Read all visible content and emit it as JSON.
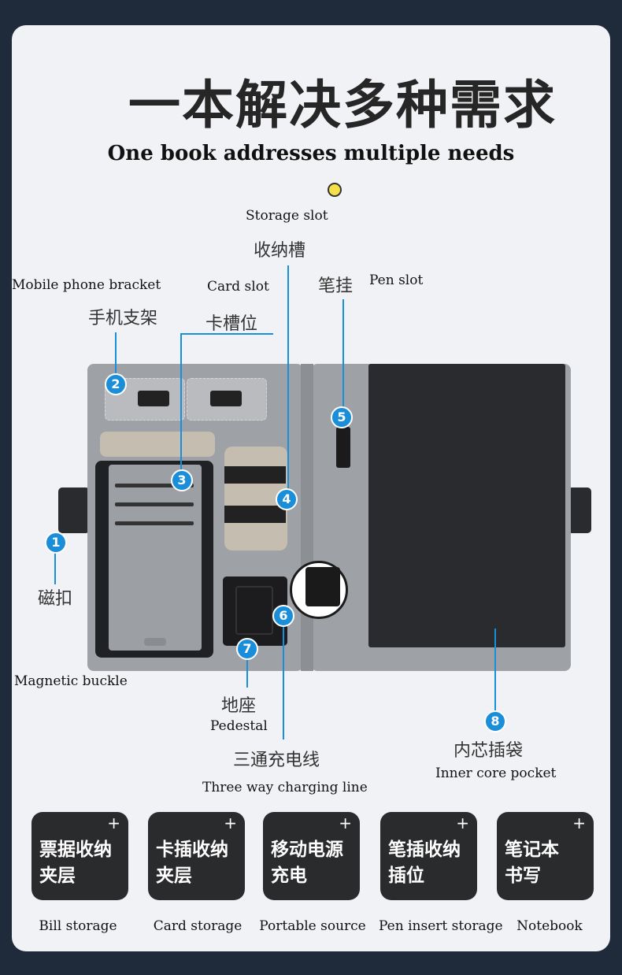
{
  "title_cn": "一本解决多种需求",
  "title_en": "One book addresses multiple needs",
  "labels": {
    "storage_en": "Storage slot",
    "storage_cn": "收纳槽",
    "phone_en": "Mobile phone bracket",
    "phone_cn": "手机支架",
    "card_en": "Card slot",
    "card_cn": "卡槽位",
    "pen_cn": "笔挂",
    "pen_en": "Pen slot",
    "buckle_cn": "磁扣",
    "buckle_en": "Magnetic buckle",
    "pedestal_cn": "地座",
    "pedestal_en": "Pedestal",
    "charging_cn": "三通充电线",
    "charging_en": "Three way charging line",
    "pocket_cn": "内芯插袋",
    "pocket_en": "Inner core pocket"
  },
  "badges": [
    "1",
    "2",
    "3",
    "4",
    "5",
    "6",
    "7",
    "8"
  ],
  "features": [
    {
      "cn": "票据收纳\n夹层",
      "en": "Bill storage",
      "plus": "+"
    },
    {
      "cn": "卡插收纳\n夹层",
      "en": "Card storage",
      "plus": "+"
    },
    {
      "cn": "移动电源\n充电",
      "en": "Portable source",
      "plus": "+"
    },
    {
      "cn": "笔插收纳\n插位",
      "en": "Pen insert storage",
      "plus": "+"
    },
    {
      "cn": "笔记本\n书写",
      "en": "Notebook",
      "plus": "+"
    }
  ],
  "colors": {
    "accent": "#1a8ed8",
    "background": "#f1f2f5",
    "frame": "#1f2a3a",
    "card": "#2a2b2d"
  }
}
